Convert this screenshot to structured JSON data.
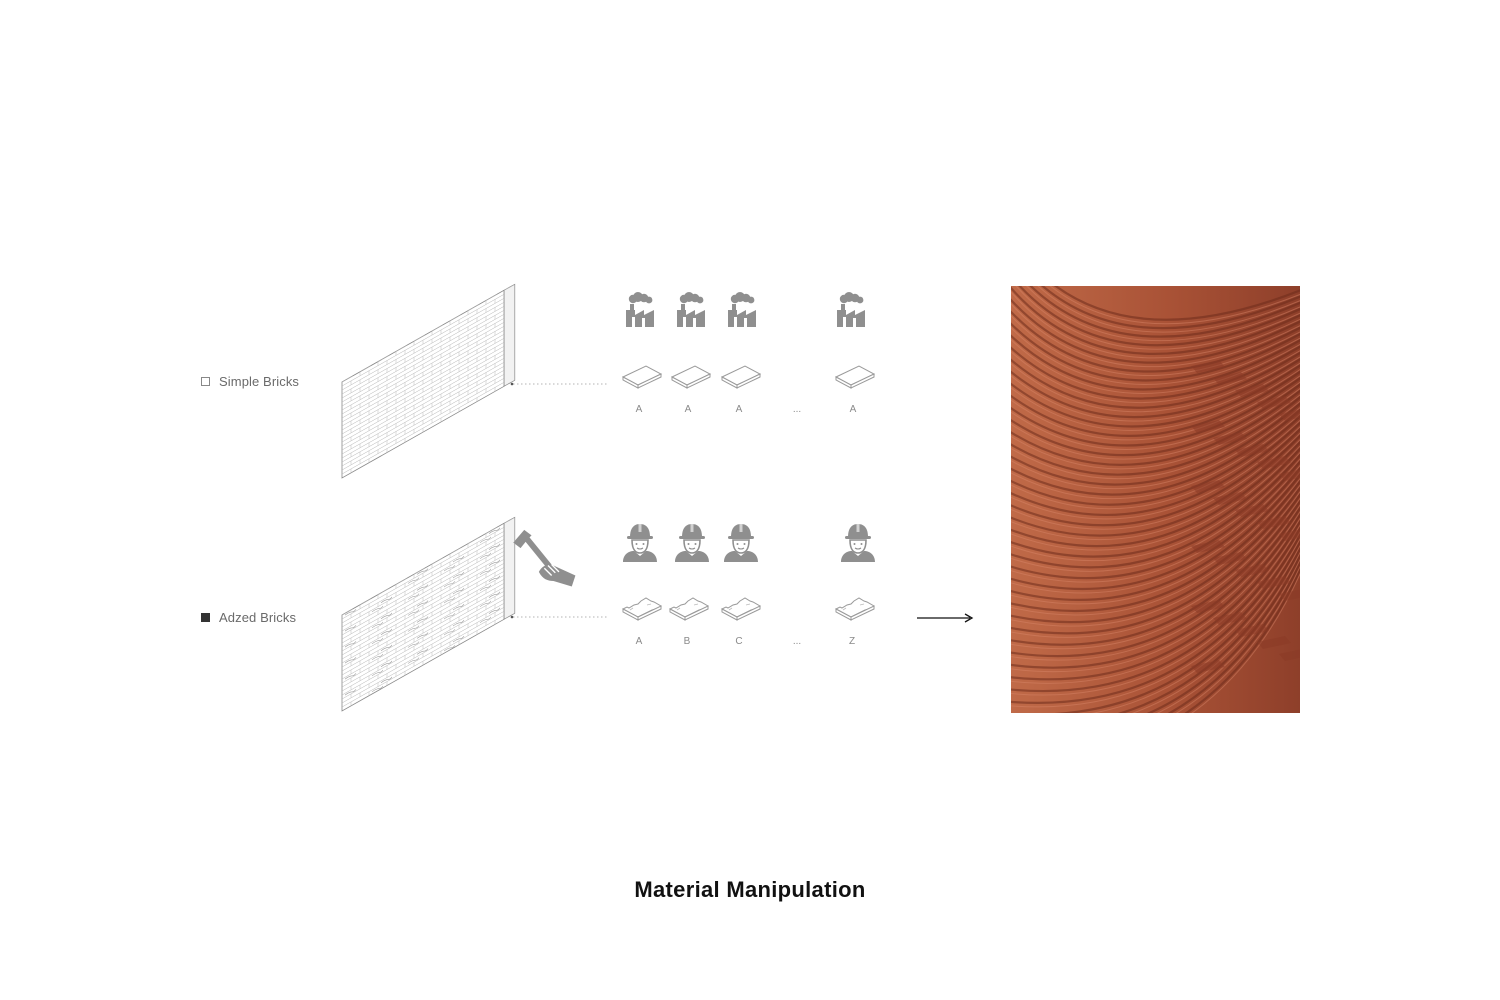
{
  "legend": {
    "simple": "Simple Bricks",
    "adzed": "Adzed Bricks"
  },
  "rows": {
    "simple": {
      "producer_icon": "factory-icon",
      "labels": [
        "A",
        "A",
        "A",
        "...",
        "A"
      ]
    },
    "adzed": {
      "producer_icon": "worker-icon",
      "labels": [
        "A",
        "B",
        "C",
        "...",
        "Z"
      ]
    }
  },
  "tool_icon": "hand-adze-icon",
  "photo_subject": "curved brick vault photo",
  "colors": {
    "icon_gray": "#8f8f8f",
    "line_gray": "#9a9a9a",
    "brick_red": "#b5583c"
  },
  "title": "Material Manipulation"
}
